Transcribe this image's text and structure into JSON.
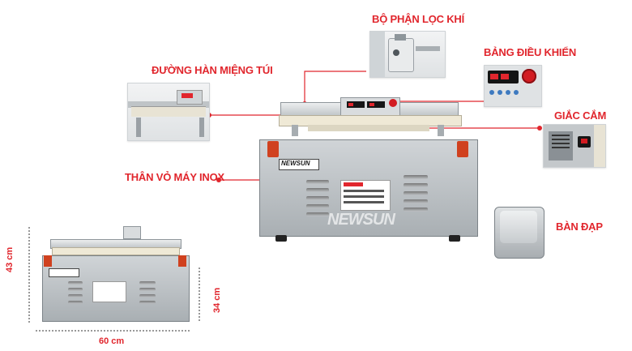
{
  "callouts": {
    "filter": "BỘ PHẬN LỌC KHÍ",
    "control_panel": "BẢNG ĐIỀU KHIỂN",
    "seal_line": "ĐƯỜNG HÀN MIỆNG TÚI",
    "socket": "GIẮC CẮM",
    "body": "THÂN VỎ MÁY INOX",
    "pedal": "BÀN ĐẠP"
  },
  "dimensions": {
    "height": "43 cm",
    "depth": "34 cm",
    "width": "60 cm"
  },
  "brand": {
    "logo": "NEWSUN"
  },
  "colors": {
    "accent_red": "#e1262d",
    "steel": "#b7bcc0"
  }
}
